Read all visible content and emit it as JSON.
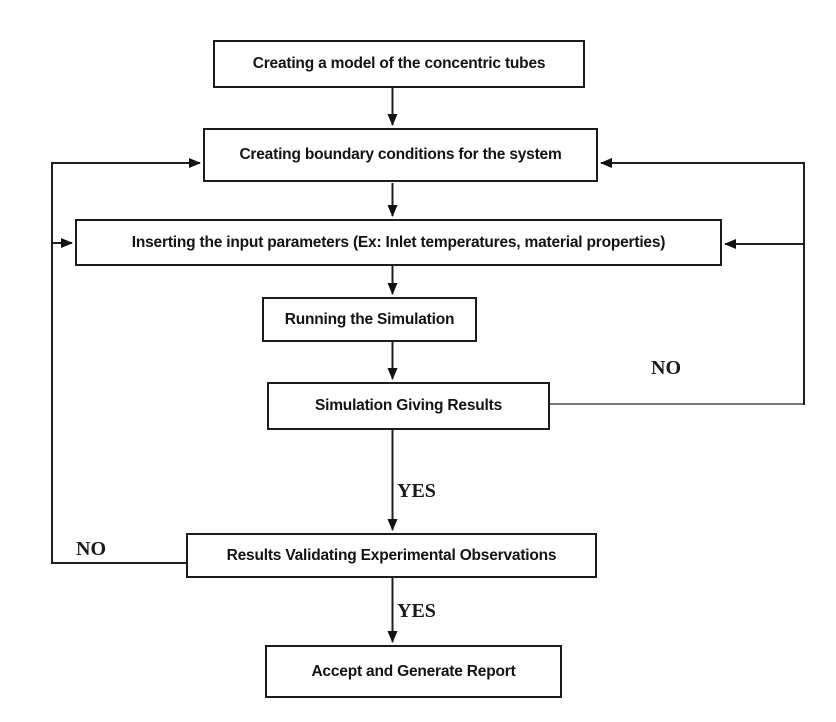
{
  "flowchart": {
    "nodes": [
      {
        "id": "create-model",
        "label": "Creating a model of the concentric tubes"
      },
      {
        "id": "boundary-conditions",
        "label": "Creating boundary conditions for the system"
      },
      {
        "id": "input-parameters",
        "label": "Inserting the input parameters (Ex: Inlet temperatures, material properties)"
      },
      {
        "id": "running-simulation",
        "label": "Running the Simulation"
      },
      {
        "id": "simulation-results",
        "label": "Simulation Giving Results"
      },
      {
        "id": "results-validating",
        "label": "Results Validating Experimental Observations"
      },
      {
        "id": "accept-report",
        "label": "Accept and Generate Report"
      }
    ],
    "edge_labels": {
      "no_right": "NO",
      "yes_mid": "YES",
      "no_left": "NO",
      "yes_bottom": "YES"
    },
    "edges": [
      {
        "from": "create-model",
        "to": "boundary-conditions",
        "label": ""
      },
      {
        "from": "boundary-conditions",
        "to": "input-parameters",
        "label": ""
      },
      {
        "from": "input-parameters",
        "to": "running-simulation",
        "label": ""
      },
      {
        "from": "running-simulation",
        "to": "simulation-results",
        "label": ""
      },
      {
        "from": "simulation-results",
        "to": "results-validating",
        "label": "YES"
      },
      {
        "from": "simulation-results",
        "to": "boundary-conditions",
        "label": "NO",
        "side": "right-loop"
      },
      {
        "from": "simulation-results",
        "to": "input-parameters",
        "label": "NO",
        "side": "right-loop"
      },
      {
        "from": "results-validating",
        "to": "accept-report",
        "label": "YES"
      },
      {
        "from": "results-validating",
        "to": "boundary-conditions",
        "label": "NO",
        "side": "left-loop"
      },
      {
        "from": "results-validating",
        "to": "input-parameters",
        "label": "NO",
        "side": "left-loop"
      }
    ],
    "colors": {
      "background": "#ffffff",
      "box_fill": "#ffffff",
      "box_border": "#1c1c1c",
      "line": "#1f1f1f",
      "line_faint": "#7a7a7a",
      "text": "#131313"
    }
  }
}
